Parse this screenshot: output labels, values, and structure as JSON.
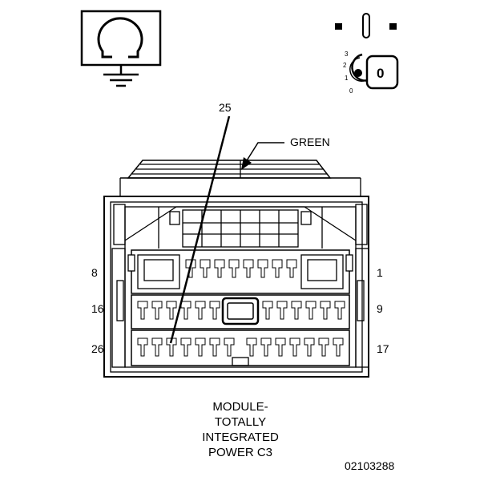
{
  "labels": {
    "wire_color": "GREEN",
    "callout_pin": "25",
    "pin_row1_left": "8",
    "pin_row1_right": "1",
    "pin_row2_left": "16",
    "pin_row2_right": "9",
    "pin_row3_left": "26",
    "pin_row3_right": "17"
  },
  "ignition": {
    "positions": [
      "3",
      "2",
      "1",
      "0"
    ],
    "key_text": "0"
  },
  "caption": {
    "line1": "MODULE-",
    "line2": "TOTALLY",
    "line3": "INTEGRATED",
    "line4": "POWER C3"
  },
  "figure_id": "02103288",
  "colors": {
    "line": "#000000",
    "background": "#ffffff"
  },
  "icons": [
    "ohmmeter-ground-icon",
    "ignition-off-icon",
    "ignition-key-icon",
    "connector-icon"
  ]
}
